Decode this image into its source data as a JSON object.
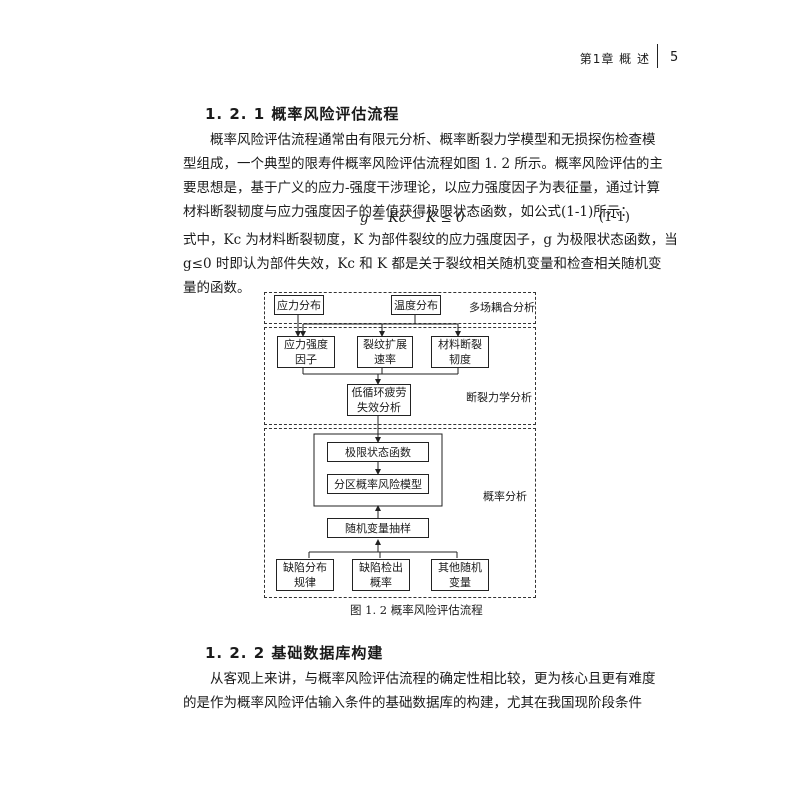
{
  "header": {
    "chapter": "第1章  概  述",
    "page": "5"
  },
  "section1": {
    "title": "1. 2. 1   概率风险评估流程"
  },
  "para1": {
    "lines": [
      "概率风险评估流程通常由有限元分析、概率断裂力学模型和无损探伤检查模",
      "型组成，一个典型的限寿件概率风险评估流程如图 1. 2 所示。概率风险评估的主",
      "要思想是，基于广义的应力-强度干涉理论，以应力强度因子为表征量，通过计算",
      "材料断裂韧度与应力强度因子的差值获得极限状态函数，如公式(1-1)所示："
    ]
  },
  "formula": {
    "expr": "g = Kc − K ≤ 0",
    "number": "(1-1)"
  },
  "para2": {
    "lines": [
      "式中，Kc 为材料断裂韧度，K 为部件裂纹的应力强度因子，g 为极限状态函数，当",
      "g≤0 时即认为部件失效，Kc 和 K 都是关于裂纹相关随机变量和检查相关随机变",
      "量的函数。"
    ]
  },
  "diagram": {
    "group1_label": "多场耦合分析",
    "group2_label": "断裂力学分析",
    "group3_label": "概率分析",
    "stress_dist": "应力分布",
    "temp_dist": "温度分布",
    "sif": "应力强度因子",
    "crack_rate": "裂纹扩展速率",
    "toughness": "材料断裂韧度",
    "lcf": "低循环疲劳失效分析",
    "limit_fn": "极限状态函数",
    "zone_model": "分区概率风险模型",
    "sampling": "随机变量抽样",
    "defect_dist": "缺陷分布规律",
    "detect_prob": "缺陷检出概率",
    "other_vars": "其他随机变量",
    "caption": "图 1. 2   概率风险评估流程"
  },
  "section2": {
    "title": "1. 2. 2   基础数据库构建"
  },
  "para3": {
    "lines": [
      "从客观上来讲，与概率风险评估流程的确定性相比较，更为核心且更有难度",
      "的是作为概率风险评估输入条件的基础数据库的构建，尤其在我国现阶段条件"
    ]
  }
}
